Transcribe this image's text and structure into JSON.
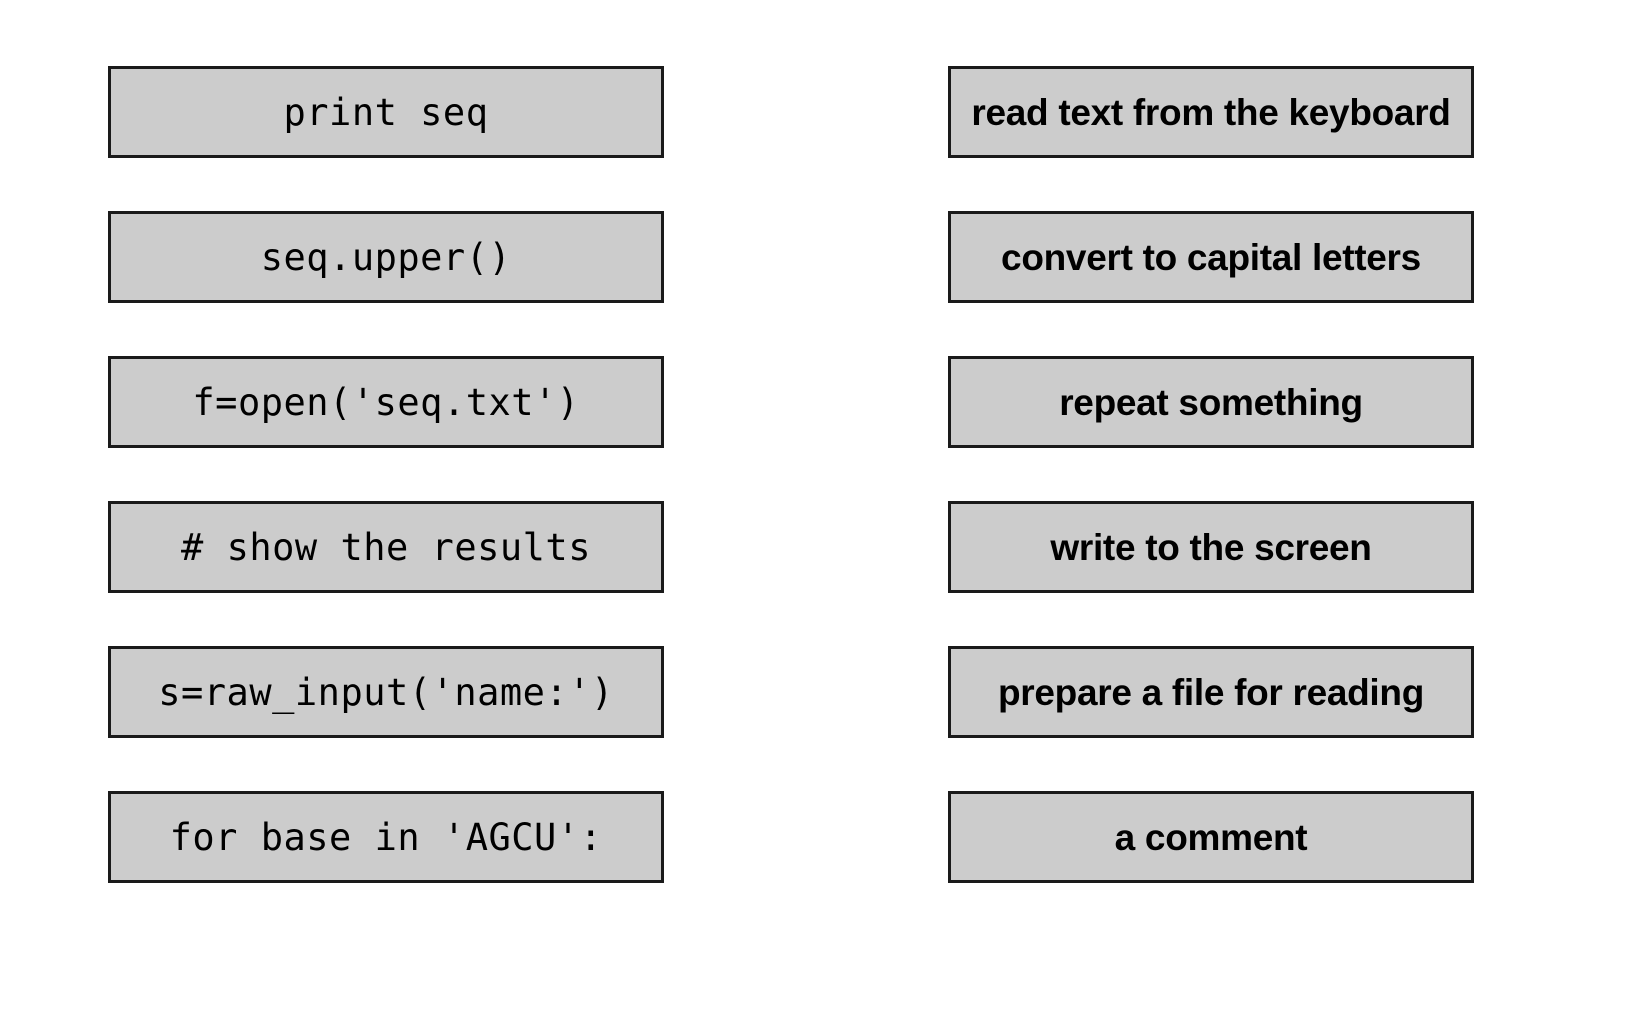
{
  "background_color": "#ffffff",
  "card_fill_color": "#cccccc",
  "card_border_color": "#1a1a1a",
  "code_column": {
    "name": "python-code-snippets",
    "items": [
      {
        "text": "print seq"
      },
      {
        "text": "seq.upper()"
      },
      {
        "text": "f=open('seq.txt')"
      },
      {
        "text": "# show the results"
      },
      {
        "text": "s=raw_input('name:')"
      },
      {
        "text": "for base in 'AGCU':"
      }
    ]
  },
  "meaning_column": {
    "name": "plain-english-descriptions",
    "items": [
      {
        "text": "read text from the keyboard"
      },
      {
        "text": "convert to capital letters"
      },
      {
        "text": "repeat something"
      },
      {
        "text": "write to the screen"
      },
      {
        "text": "prepare a file for reading"
      },
      {
        "text": "a comment"
      }
    ]
  }
}
